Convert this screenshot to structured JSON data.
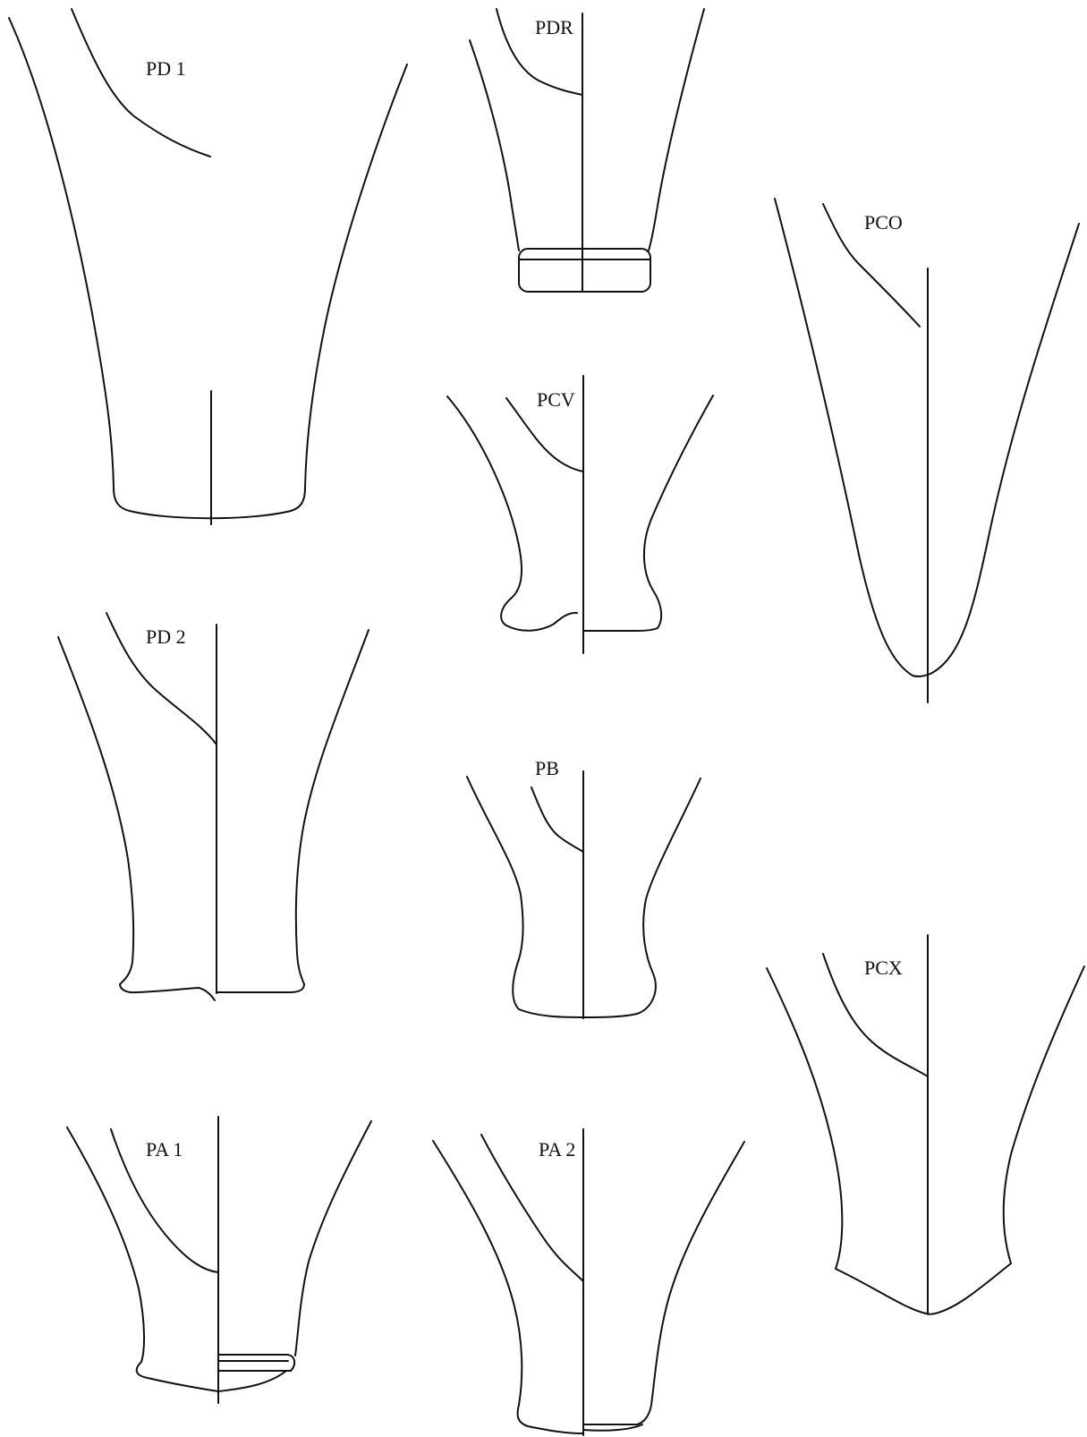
{
  "figure": {
    "shapes": [
      {
        "id": "pd1",
        "label": "PD 1"
      },
      {
        "id": "pdr",
        "label": "PDR"
      },
      {
        "id": "pco",
        "label": "PCO"
      },
      {
        "id": "pcv",
        "label": "PCV"
      },
      {
        "id": "pd2",
        "label": "PD 2"
      },
      {
        "id": "pb",
        "label": "PB"
      },
      {
        "id": "pcx",
        "label": "PCX"
      },
      {
        "id": "pa1",
        "label": "PA 1"
      },
      {
        "id": "pa2",
        "label": "PA 2"
      }
    ],
    "colors": {
      "line": "#111111",
      "background": "#ffffff"
    }
  }
}
